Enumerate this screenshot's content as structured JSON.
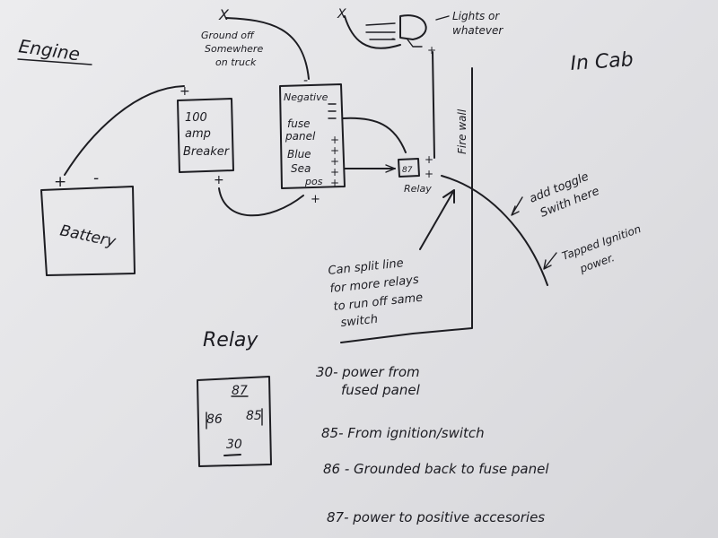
{
  "labels": {
    "engine": "Engine",
    "in_cab": "In Cab",
    "battery": "Battery",
    "breaker_line1": "100",
    "breaker_line2": "amp",
    "breaker_line3": "Breaker",
    "ground_line1": "Ground off",
    "ground_line2": "Somewhere",
    "ground_line3": "on truck",
    "lights_line1": "Lights or",
    "lights_line2": "whatever",
    "fuse_negative": "Negative",
    "fuse_line1": "fuse",
    "fuse_line2": "panel",
    "fuse_blue": "Blue",
    "fuse_sea": "Sea",
    "fuse_pos": "pos",
    "relay_tag": "Relay",
    "firewall": "Fire wall",
    "toggle_line1": "add toggle",
    "toggle_line2": "Swith here",
    "ignition_line1": "Tapped Ignition",
    "ignition_line2": "power.",
    "split_line1": "Can split line",
    "split_line2": "for more relays",
    "split_line3": "to run off same",
    "split_line4": "switch",
    "relay_heading": "Relay",
    "pin_87": "87",
    "pin_86": "86",
    "pin_85": "85",
    "pin_30": "30",
    "legend_30_line1": "30- power from",
    "legend_30_line2": "fused panel",
    "legend_85": "85- From ignition/switch",
    "legend_86": "86 - Grounded back to fuse panel",
    "legend_87": "87- power to positive accesories",
    "plus": "+",
    "minus": "-",
    "x_mark": "X"
  }
}
